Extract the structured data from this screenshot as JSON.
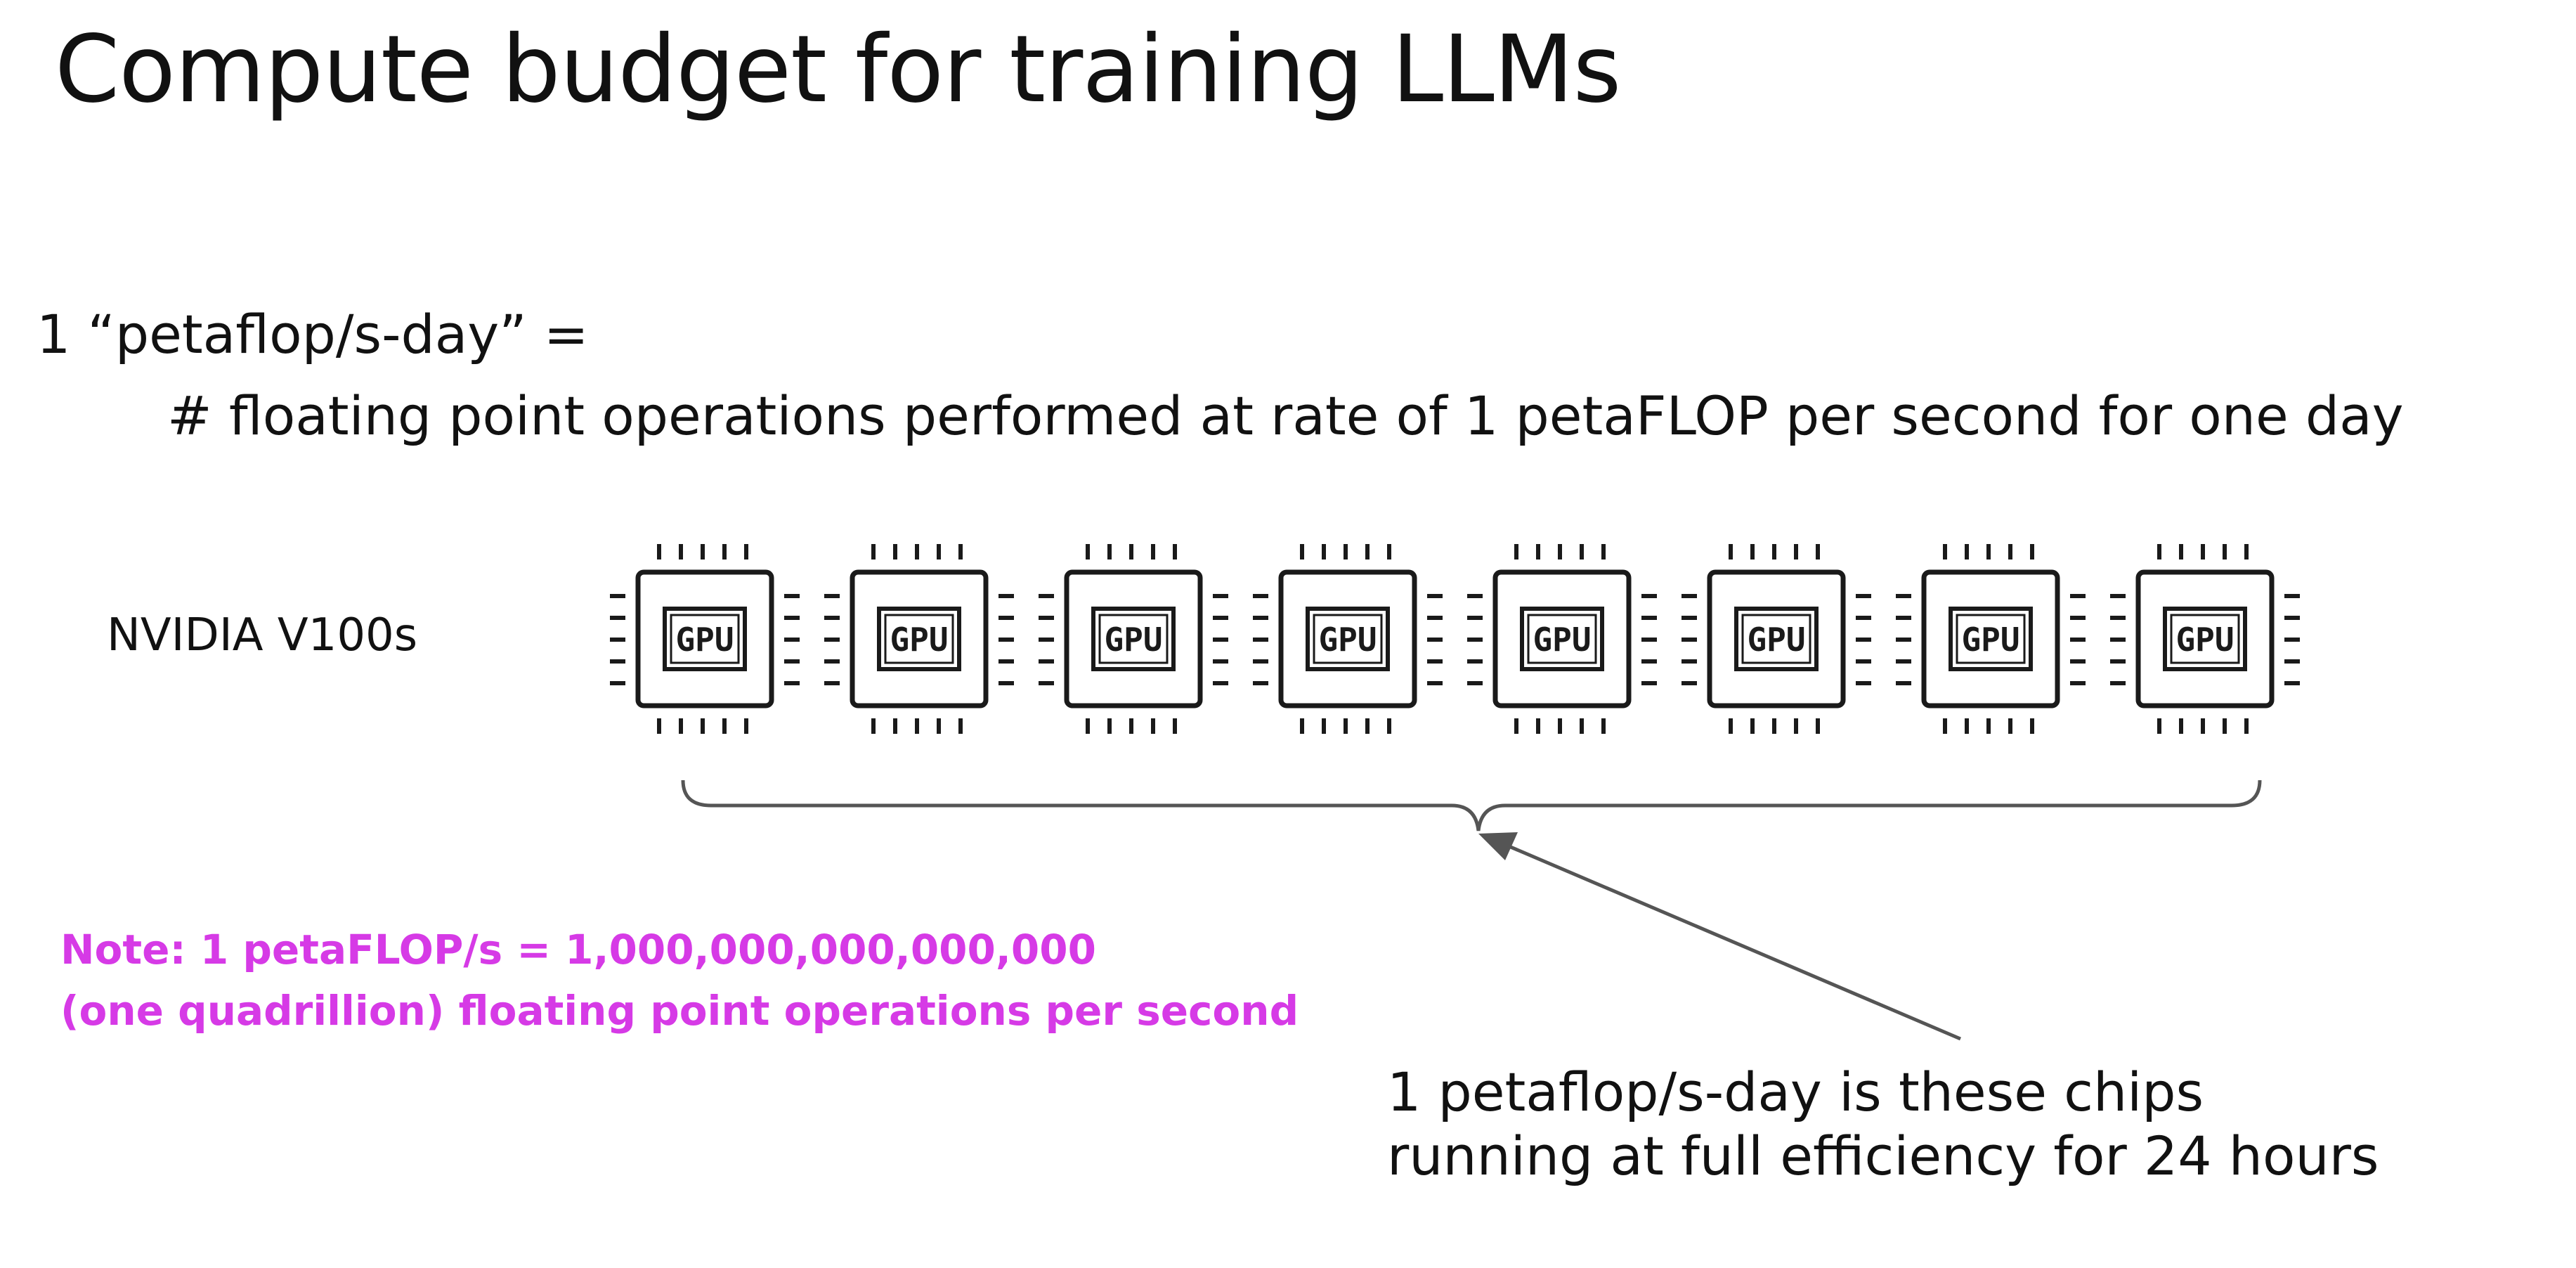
{
  "title": "Compute budget for training LLMs",
  "definition": {
    "line1": "1 “petaflop/s-day” =",
    "line2": "# floating point operations performed at rate of 1 petaFLOP per second for one day"
  },
  "gpu": {
    "label": "NVIDIA V100s",
    "chip_text": "GPU",
    "count": 8
  },
  "note": {
    "line1": "Note: 1 petaFLOP/s = 1,000,000,000,000,000",
    "line2": "(one quadrillion) floating point operations per second"
  },
  "callout": {
    "line1": "1 petaflop/s-day  is these chips",
    "line2": "running at full efficiency for 24 hours"
  },
  "colors": {
    "text": "#111111",
    "note": "#d63ae6",
    "brace": "#555555",
    "chip": "#1a1a1a"
  }
}
